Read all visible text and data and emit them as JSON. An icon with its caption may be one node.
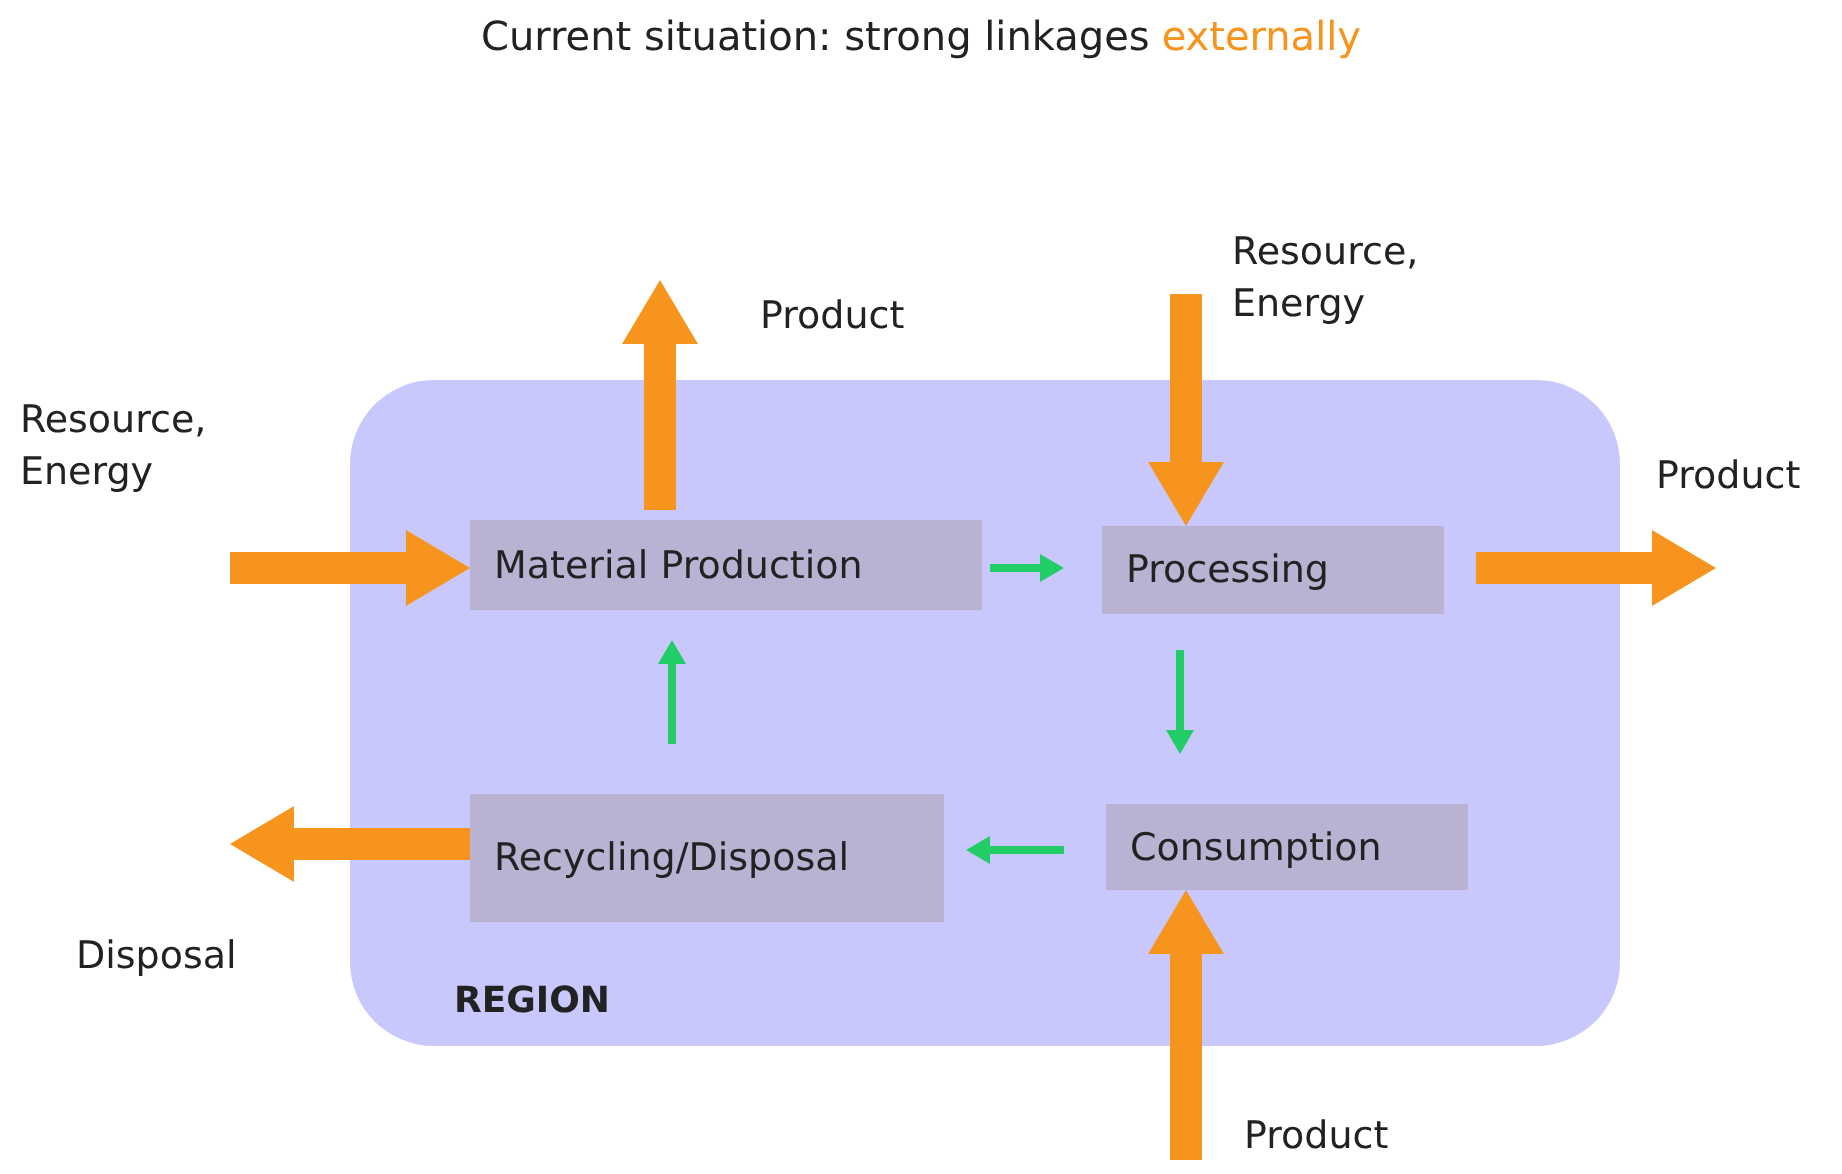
{
  "diagram": {
    "title": "Current situation: strong linkages",
    "nodes": [
      {
        "text": [
          "REGION"
        ]
      },
      {
        "text": [
          "Material Production"
        ],
        "in": 0
      },
      {
        "text": [
          "Processing"
        ],
        "in": 0
      },
      {
        "text": [
          "Consumption"
        ],
        "in": 0
      },
      {
        "text": [
          "Recycling/Disposal"
        ],
        "in": 0
      },
      {
        "text": [
          "Resource, Energy"
        ]
      },
      {
        "text": [
          "Product"
        ]
      },
      {
        "text": [
          "Resource, Energy"
        ]
      },
      {
        "text": [
          "Product"
        ]
      },
      {
        "text": [
          "Disposal"
        ]
      },
      {
        "text": [
          "Product"
        ]
      }
    ],
    "edges": [
      {
        "from": 5,
        "to": 1,
        "arrow": "to"
      },
      {
        "from": 1,
        "to": 6,
        "arrow": "to"
      },
      {
        "from": 7,
        "to": 2,
        "arrow": "to"
      },
      {
        "from": 2,
        "to": 8,
        "arrow": "to"
      },
      {
        "from": 4,
        "to": 9,
        "arrow": "to"
      },
      {
        "from": 10,
        "to": 3,
        "arrow": "to"
      },
      {
        "from": 1,
        "to": 2,
        "arrow": "to",
        "color": "#22cc66"
      },
      {
        "from": 2,
        "to": 3,
        "arrow": "to",
        "color": "#22cc66"
      },
      {
        "from": 3,
        "to": 4,
        "arrow": "to",
        "color": "#22cc66"
      },
      {
        "from": 4,
        "to": 1,
        "arrow": "to",
        "color": "#22cc66"
      }
    ],
    "labels": [
      "externally"
    ]
  }
}
